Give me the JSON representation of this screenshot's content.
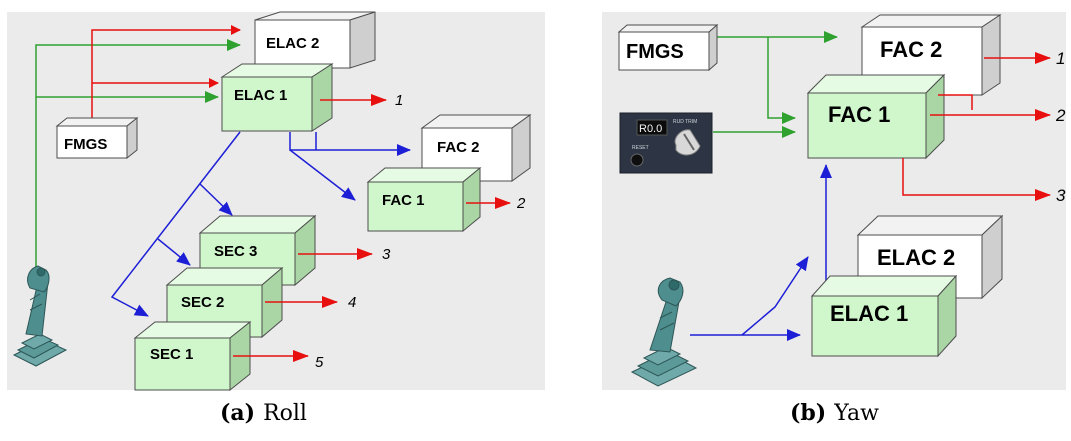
{
  "captions": {
    "a": {
      "tag": "(a)",
      "label": "Roll"
    },
    "b": {
      "tag": "(b)",
      "label": "Yaw"
    }
  },
  "colors": {
    "panel_bg": "#ebebeb",
    "green_box": "#d0f6cc",
    "white_box": "#ffffff",
    "side_grey": "#cfcfcf",
    "top_grey": "#f2f2f2",
    "box_stroke": "#4d4d4d",
    "red_arrow": "#e8100f",
    "green_arrow": "#2fa12f",
    "blue_arrow": "#1d1fd6",
    "sidestick": "#4f8e8f",
    "trim_panel": "#2d3544"
  },
  "roll": {
    "boxes": {
      "elac2": "ELAC 2",
      "elac1": "ELAC 1",
      "fmgs": "FMGS",
      "fac2": "FAC 2",
      "fac1": "FAC 1",
      "sec3": "SEC 3",
      "sec2": "SEC 2",
      "sec1": "SEC 1"
    },
    "outputs": [
      "1",
      "2",
      "3",
      "4",
      "5"
    ],
    "icons": {
      "sidestick": "sidestick-icon"
    }
  },
  "yaw": {
    "boxes": {
      "fmgs": "FMGS",
      "fac2": "FAC 2",
      "fac1": "FAC 1",
      "elac2": "ELAC 2",
      "elac1": "ELAC 1"
    },
    "outputs": [
      "1",
      "2",
      "3"
    ],
    "trim_panel": {
      "display": "R0.0",
      "title": "RUD TRIM",
      "reset": "RESET"
    },
    "icons": {
      "sidestick": "sidestick-icon",
      "trim": "rudder-trim-panel-icon"
    }
  }
}
